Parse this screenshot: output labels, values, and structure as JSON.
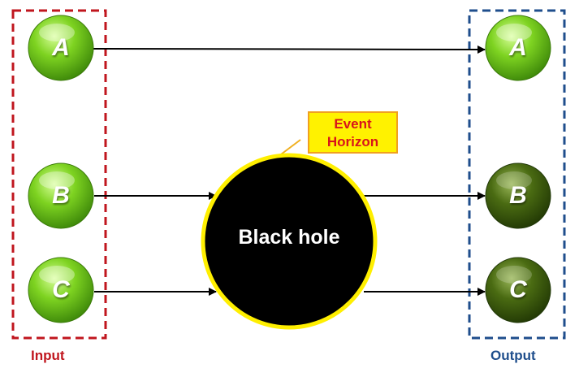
{
  "groups": {
    "input_label": "Input",
    "output_label": "Output",
    "input_color": "#c0161e",
    "output_color": "#1f4e8c"
  },
  "nodes": {
    "input": [
      {
        "label": "A",
        "color": "#7ed321"
      },
      {
        "label": "B",
        "color": "#7ed321"
      },
      {
        "label": "C",
        "color": "#7ed321"
      }
    ],
    "output": [
      {
        "label": "A",
        "color": "#7ed321"
      },
      {
        "label": "B",
        "color": "#4a6b12"
      },
      {
        "label": "C",
        "color": "#4a6b12"
      }
    ]
  },
  "black_hole": {
    "label": "Black hole",
    "fill": "#000000",
    "rim_color": "#ffef00"
  },
  "event_horizon": {
    "line1": "Event",
    "line2": "Horizon"
  }
}
